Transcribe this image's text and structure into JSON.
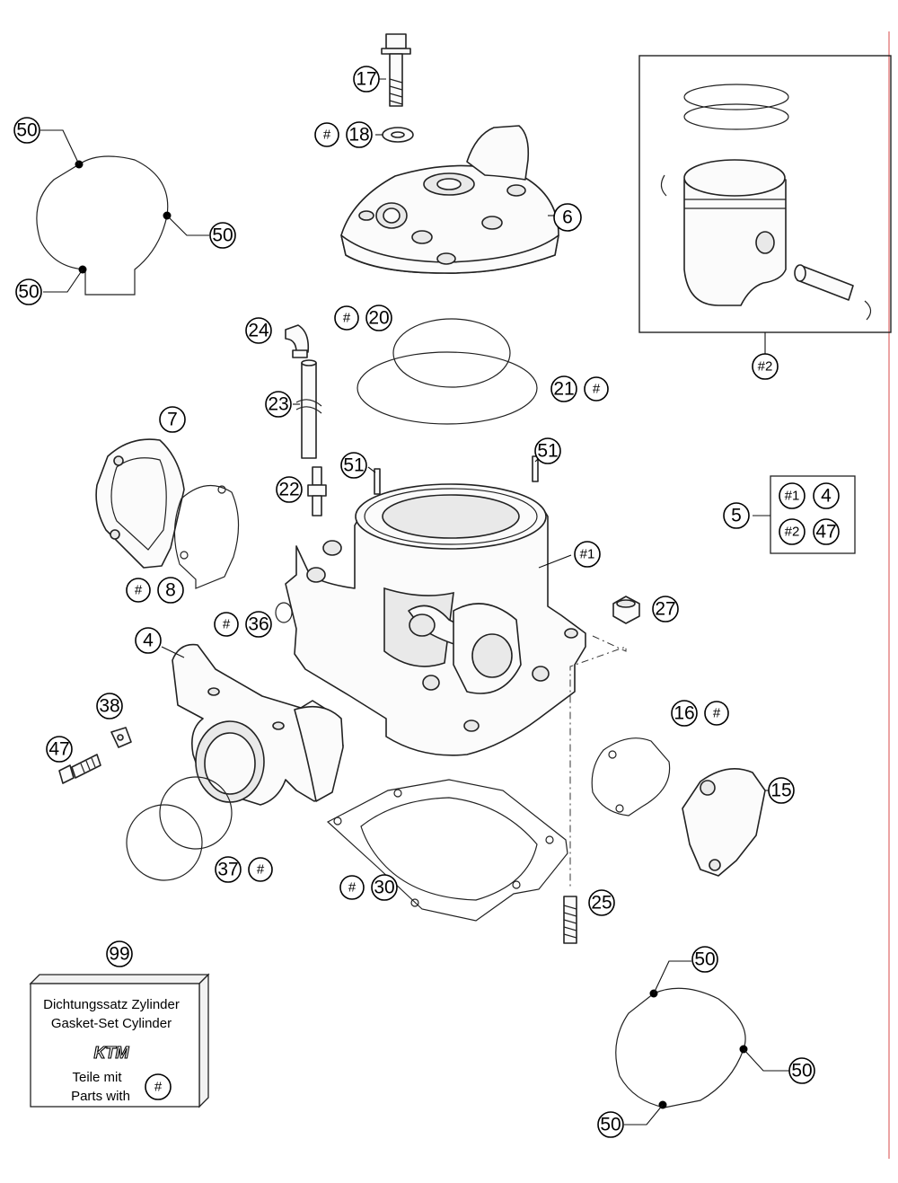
{
  "callouts": {
    "c17": "17",
    "c18": "18",
    "c6": "6",
    "c50_tl": "50",
    "c50_tr": "50",
    "c50_bl": "50",
    "c20": "20",
    "c21": "21",
    "c24": "24",
    "c23": "23",
    "c22": "22",
    "c7": "7",
    "c8": "8",
    "c51_l": "51",
    "c51_r": "51",
    "c1": "#1",
    "c36": "36",
    "c4": "4",
    "c27": "27",
    "c5": "5",
    "c5_1": "#1",
    "c5_4": "4",
    "c5_2": "#2",
    "c5_47": "47",
    "c2": "#2",
    "c38": "38",
    "c47": "47",
    "c16": "16",
    "c15": "15",
    "c37": "37",
    "c30": "30",
    "c25": "25",
    "c99": "99",
    "c50_b1": "50",
    "c50_b2": "50",
    "c50_b3": "50",
    "hash": "#"
  },
  "kit": {
    "line1": "Dichtungssatz Zylinder",
    "line2": "Gasket-Set Cylinder",
    "logo": "KTM",
    "line3": "Teile mit",
    "line4": "Parts with",
    "hash": "#"
  }
}
